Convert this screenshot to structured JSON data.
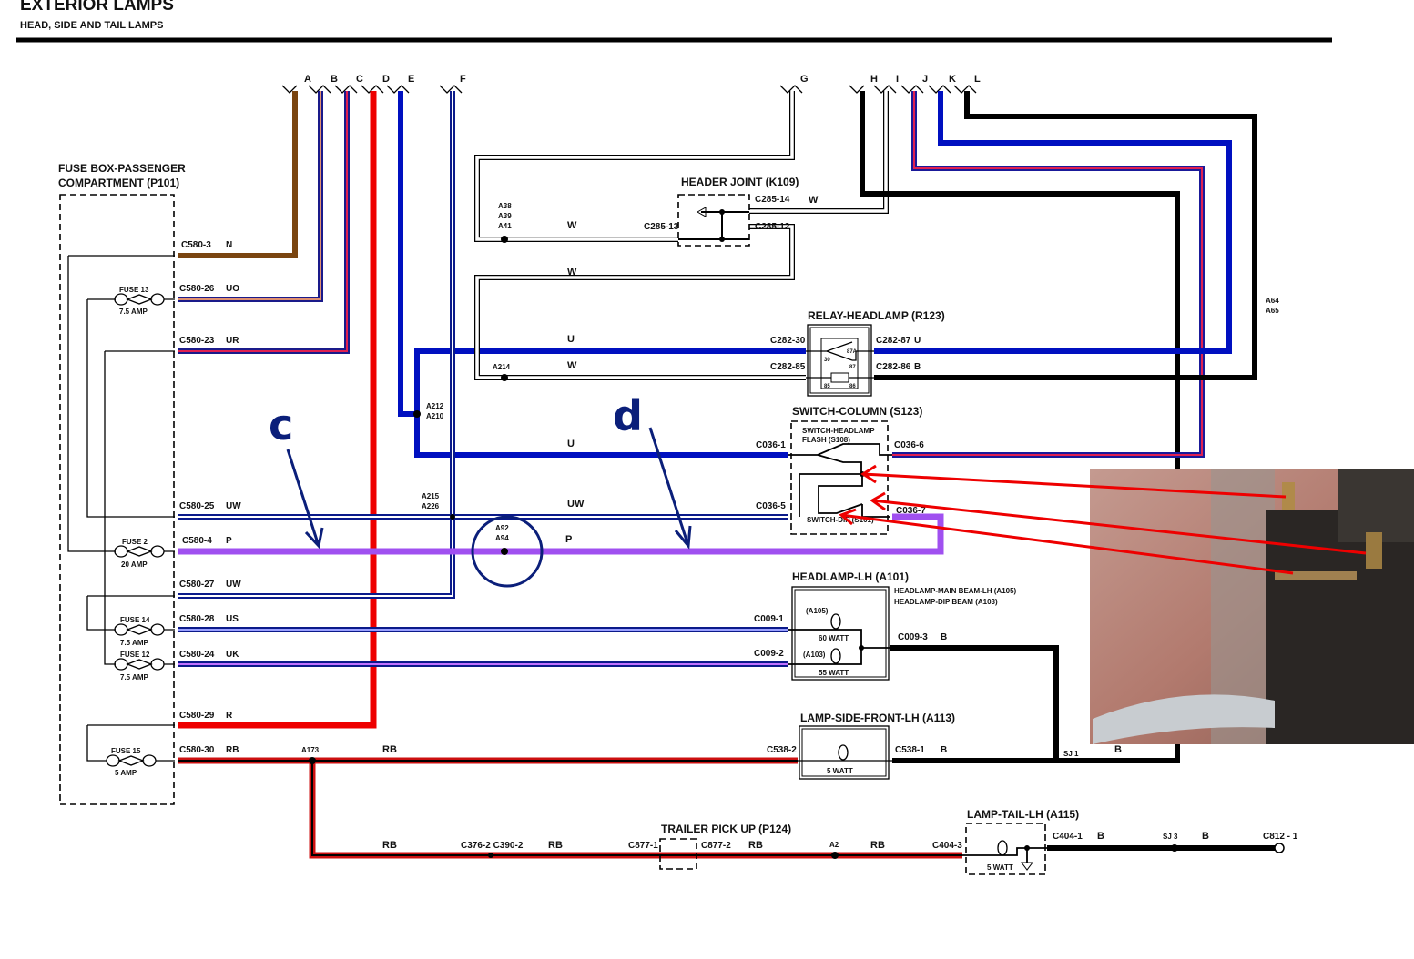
{
  "header": {
    "title": "EXTERIOR LAMPS",
    "subtitle": "HEAD, SIDE AND TAIL LAMPS"
  },
  "bus_letters": [
    "A",
    "B",
    "C",
    "D",
    "E",
    "F",
    "G",
    "H",
    "I",
    "J",
    "K",
    "L"
  ],
  "colors": {
    "brown": "#7a4510",
    "blue": "#0010c0",
    "red": "#ee0000",
    "purple": "#a050f0",
    "black": "#000000",
    "dark_red": "#b01010",
    "annotation": "#0b1f7a",
    "arrow": "#ee0000"
  },
  "fuse_box": {
    "title_line1": "FUSE BOX-PASSENGER",
    "title_line2": "COMPARTMENT (P101)",
    "fuses": [
      {
        "name": "FUSE 13",
        "rating": "7.5 AMP"
      },
      {
        "name": "FUSE 2",
        "rating": "20 AMP"
      },
      {
        "name": "FUSE 14",
        "rating": "7.5 AMP"
      },
      {
        "name": "FUSE 12",
        "rating": "7.5 AMP"
      },
      {
        "name": "FUSE 15",
        "rating": "5 AMP"
      }
    ],
    "pins": [
      {
        "pin": "C580-3",
        "color": "N"
      },
      {
        "pin": "C580-26",
        "color": "UO"
      },
      {
        "pin": "C580-23",
        "color": "UR"
      },
      {
        "pin": "C580-25",
        "color": "UW"
      },
      {
        "pin": "C580-4",
        "color": "P"
      },
      {
        "pin": "C580-27",
        "color": "UW"
      },
      {
        "pin": "C580-28",
        "color": "US"
      },
      {
        "pin": "C580-24",
        "color": "UK"
      },
      {
        "pin": "C580-29",
        "color": "R"
      },
      {
        "pin": "C580-30",
        "color": "RB"
      }
    ]
  },
  "header_joint": {
    "title": "HEADER JOINT (K109)",
    "c14": "C285-14",
    "c13": "C285-13",
    "c12": "C285-12"
  },
  "relay": {
    "title": "RELAY-HEADLAMP (R123)",
    "c30": "C282-30",
    "c85": "C282-85",
    "c87": "C282-87",
    "c86": "C282-86",
    "p30": "30",
    "p87a": "87A",
    "p87": "87",
    "p85": "85",
    "p86": "86"
  },
  "switch": {
    "title": "SWITCH-COLUMN (S123)",
    "flash1": "SWITCH-HEADLAMP",
    "flash2": "FLASH (S108)",
    "dip": "SWITCH-DIP (S101)",
    "c1": "C036-1",
    "c5": "C036-5",
    "c6": "C036-6",
    "c7": "C036-7"
  },
  "headlamp": {
    "title": "HEADLAMP-LH (A101)",
    "note1": "HEADLAMP-MAIN BEAM-LH (A105)",
    "note2": "HEADLAMP-DIP BEAM (A103)",
    "main_id": "(A105)",
    "main_watt": "60 WATT",
    "dip_id": "(A103)",
    "dip_watt": "55 WATT",
    "c1": "C009-1",
    "c2": "C009-2",
    "c3": "C009-3"
  },
  "side_lamp": {
    "title": "LAMP-SIDE-FRONT-LH (A113)",
    "watt": "5 WATT",
    "c2": "C538-2",
    "c1": "C538-1"
  },
  "trailer": {
    "title": "TRAILER PICK UP (P124)",
    "c1": "C877-1",
    "c2": "C877-2",
    "inline": "C376-2 C390-2"
  },
  "tail_lamp": {
    "title": "LAMP-TAIL-LH (A115)",
    "watt": "5 WATT",
    "c3": "C404-3",
    "c1": "C404-1",
    "end": "C812 - 1"
  },
  "splices": {
    "a38": "A38",
    "a39": "A39",
    "a41": "A41",
    "a214": "A214",
    "a212": "A212",
    "a210": "A210",
    "a215": "A215",
    "a226": "A226",
    "a92": "A92",
    "a94": "A94",
    "a64": "A64",
    "a65": "A65",
    "a173": "A173",
    "a2": "A2",
    "sj1": "SJ 1",
    "sj3": "SJ 3"
  },
  "wire_codes": {
    "w": "W",
    "u": "U",
    "b": "B",
    "uw": "UW",
    "p": "P",
    "rb": "RB"
  },
  "annotations": {
    "c": "c",
    "d": "d"
  }
}
